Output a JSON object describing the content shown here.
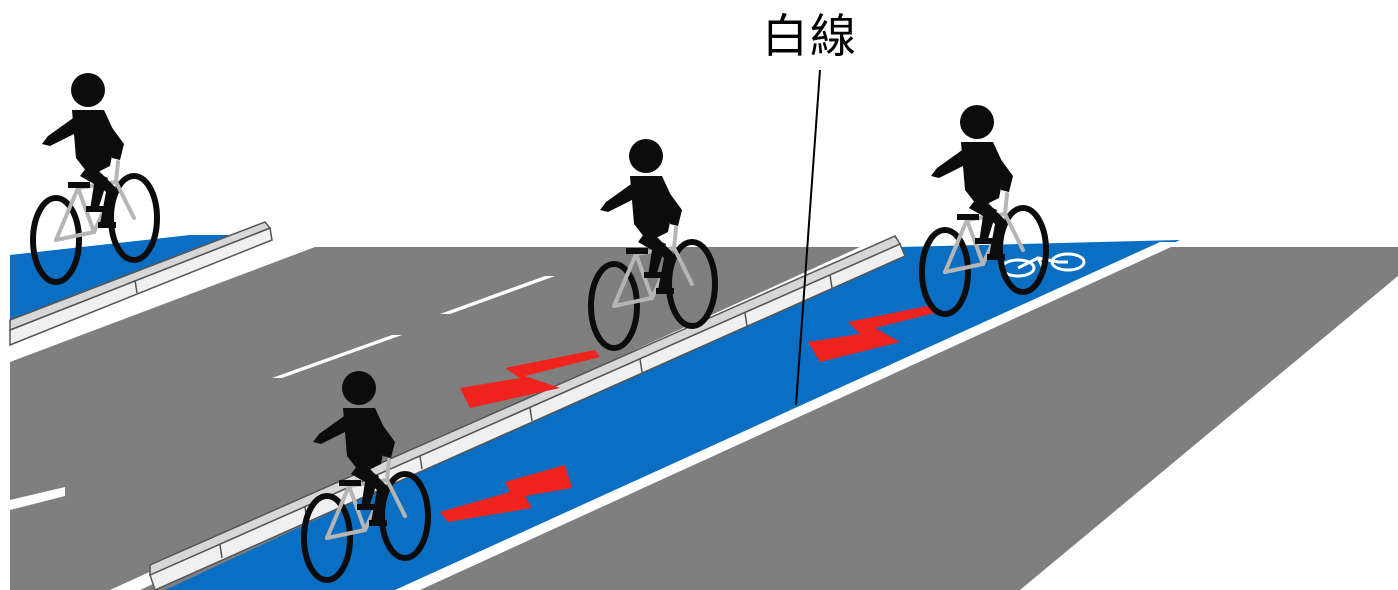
{
  "annotation": {
    "label": "白線"
  },
  "colors": {
    "background": "#ffffff",
    "road": "#7f7f7f",
    "bike_lane": "#0a6fc2",
    "lane_marking": "#ffffff",
    "curb_top": "#d7d7d7",
    "curb_side": "#f0f0f0",
    "curb_outline": "#555555",
    "direction_arrow": "#f0231e",
    "cyclist": "#0c0c0c"
  },
  "icons": [
    "cyclist-figure",
    "bicycle-pictogram",
    "direction-arrow"
  ]
}
